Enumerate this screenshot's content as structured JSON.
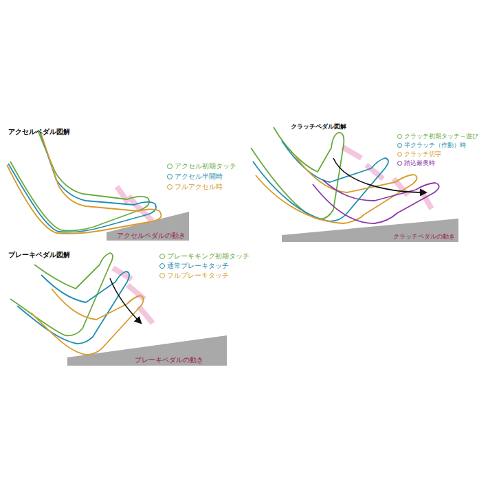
{
  "diagram": {
    "labels": [
      "アクセルペダル図解",
      "クラッチペダル図解",
      "ブレーキペダル図解",
      "アクセルペダルの動き",
      "クラッチペダルの動き",
      "ブレーキペダルの動き"
    ],
    "legend": [
      {
        "text": "アクセル初期タッチ",
        "color": "#6aaa3a"
      },
      {
        "text": "アクセル半開時",
        "color": "#1f8fb0"
      },
      {
        "text": "フルアクセル時",
        "color": "#d99a2a"
      },
      {
        "text": "クラッチ初期タッチ～遊び",
        "color": "#6aaa3a"
      },
      {
        "text": "半クラッチ（作動）時",
        "color": "#1f8fb0"
      },
      {
        "text": "クラッチ切宇",
        "color": "#d99a2a"
      },
      {
        "text": "踏込最奥時",
        "color": "#8a3aa8"
      },
      {
        "text": "ブレーキキング初期タッチ",
        "color": "#6aaa3a"
      },
      {
        "text": "通常ブレーキタッチ",
        "color": "#1f8fb0"
      },
      {
        "text": "フルブレーキタッチ",
        "color": "#d99a2a"
      }
    ]
  }
}
